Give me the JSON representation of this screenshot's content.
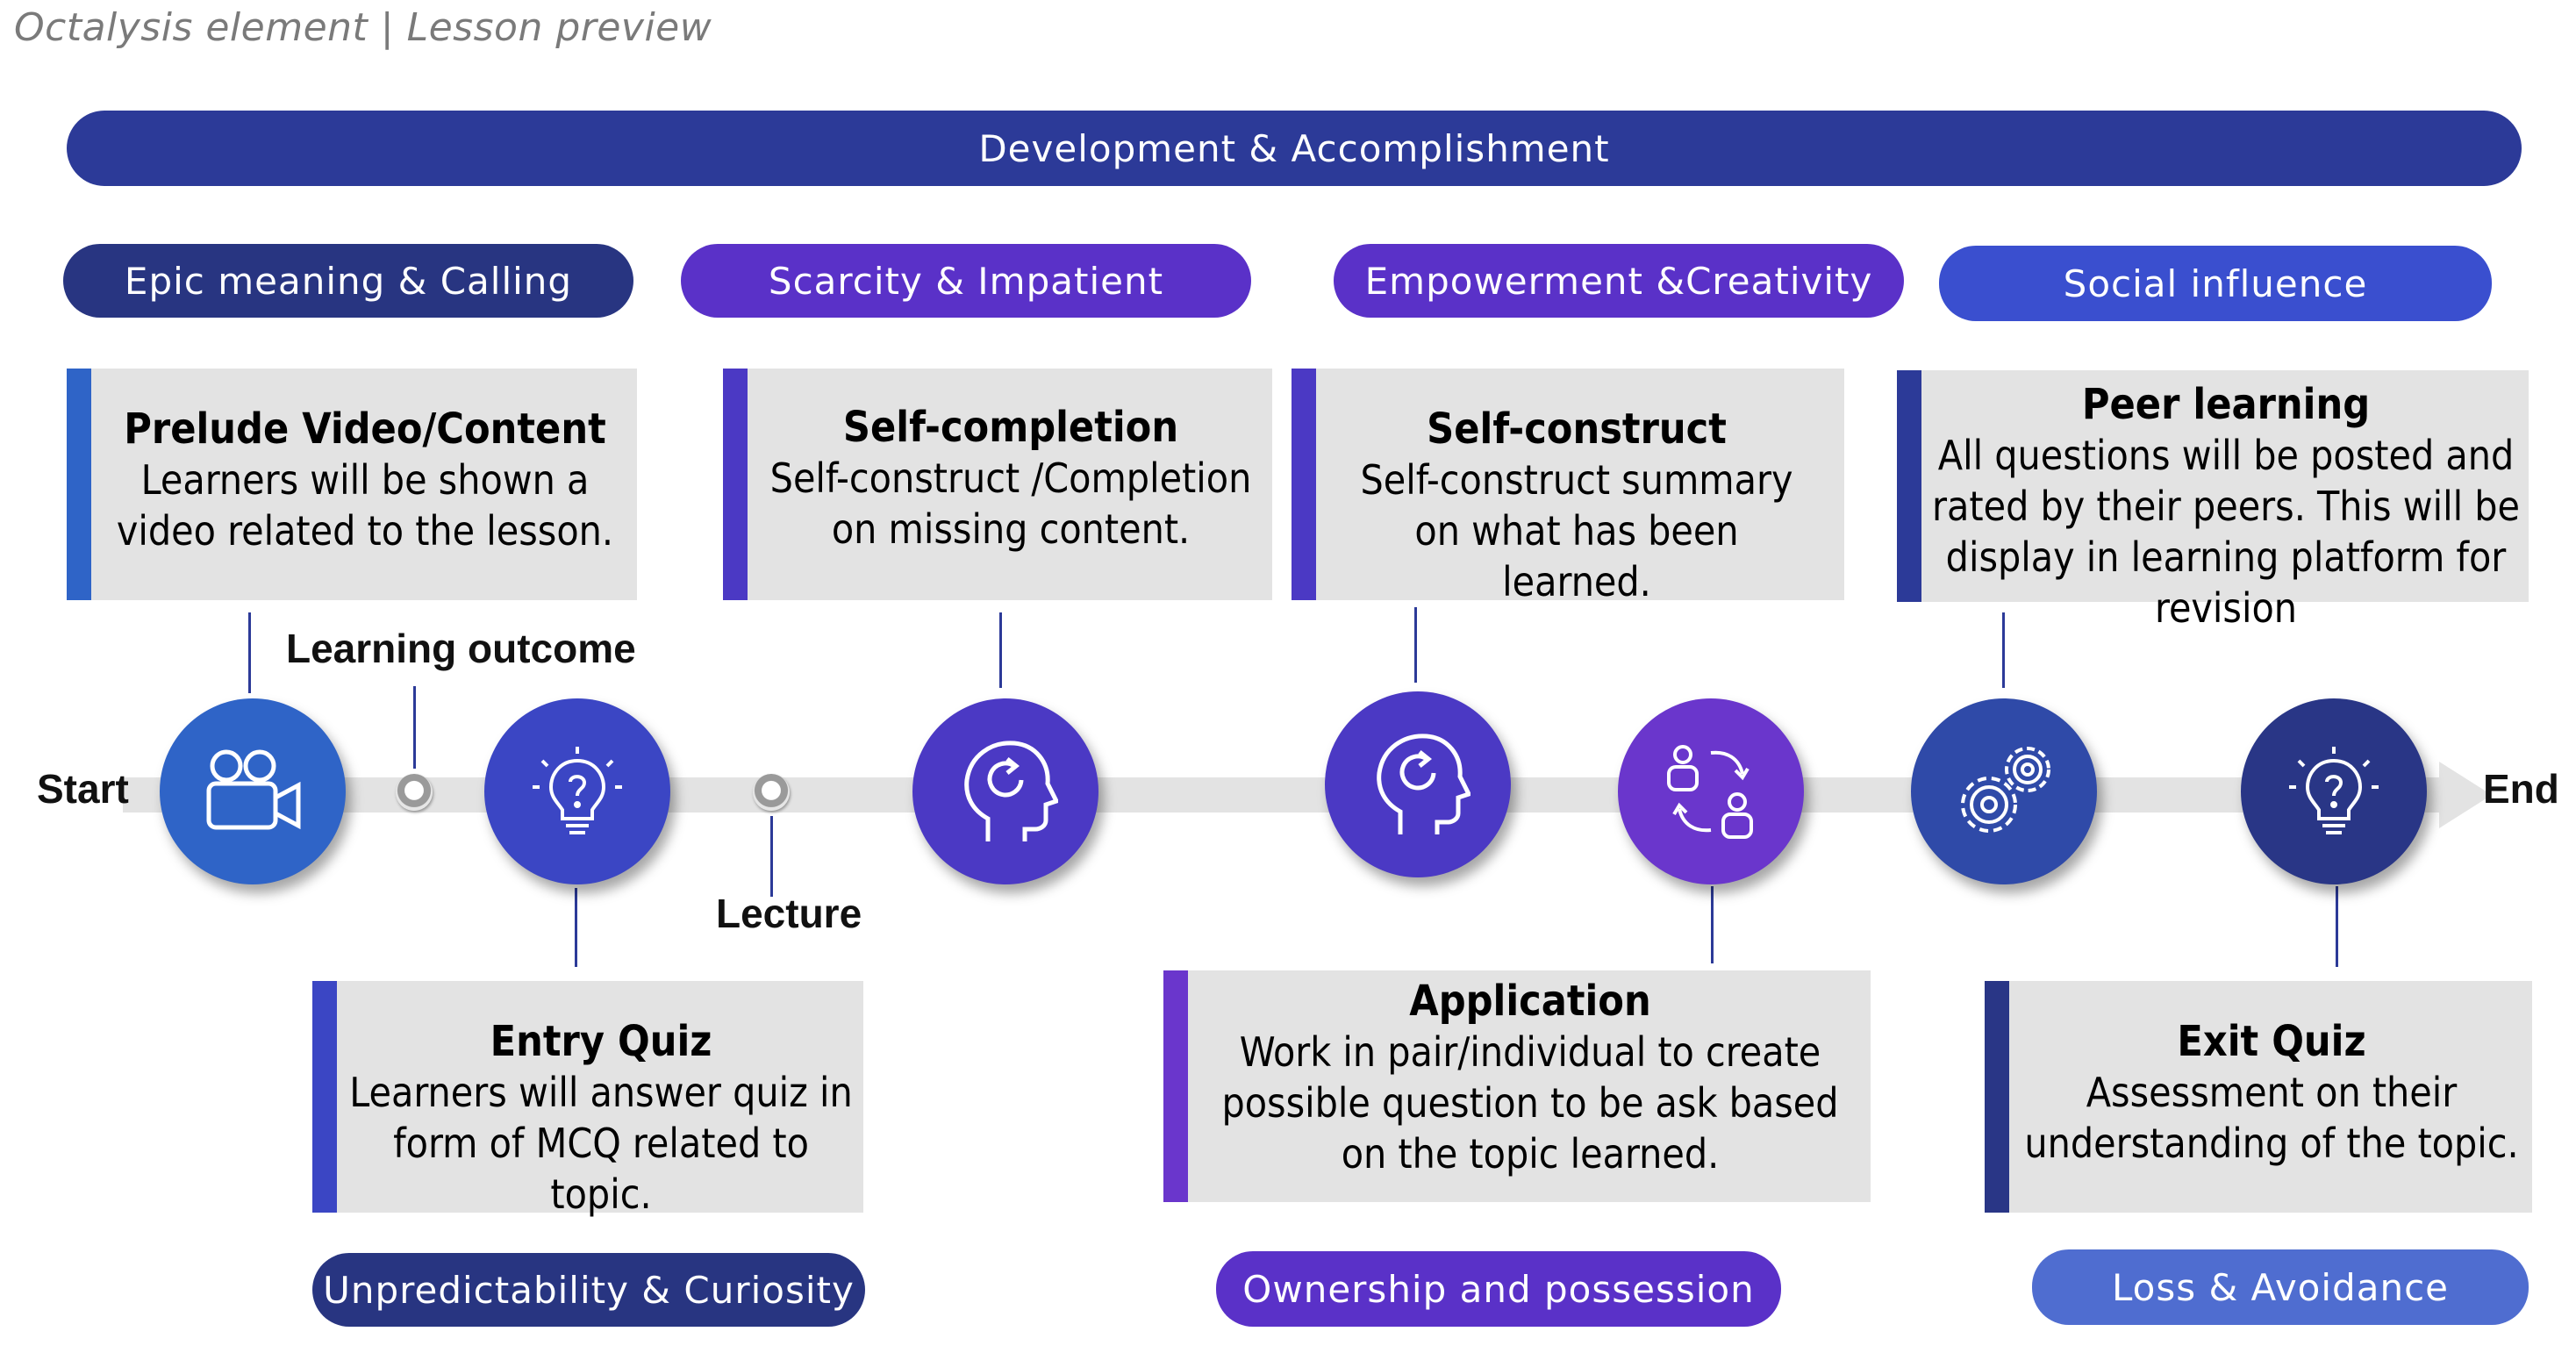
{
  "header": {
    "title": "Octalysis element  |  Lesson preview"
  },
  "banner": {
    "label": "Development & Accomplishment",
    "color": "#2c3a98"
  },
  "drives_top": [
    {
      "label": "Epic meaning & Calling",
      "color": "#283581"
    },
    {
      "label": "Scarcity & Impatient",
      "color": "#5a31c8"
    },
    {
      "label": "Empowerment &Creativity",
      "color": "#5a31c8"
    },
    {
      "label": "Social influence",
      "color": "#3a4fcf"
    }
  ],
  "drives_bottom": [
    {
      "label": "Unpredictability & Curiosity",
      "color": "#283581"
    },
    {
      "label": "Ownership and possession",
      "color": "#5a31c8"
    },
    {
      "label": "Loss & Avoidance",
      "color": "#4f6dd0"
    }
  ],
  "timeline": {
    "start": "Start",
    "end": "End"
  },
  "milestones": {
    "learning_outcome": "Learning outcome",
    "lecture": "Lecture"
  },
  "cards": {
    "prelude": {
      "title": "Prelude Video/Content",
      "body": "Learners will be shown a video related to the lesson."
    },
    "self_completion": {
      "title": "Self-completion",
      "body": "Self-construct /Completion on missing content."
    },
    "self_construct": {
      "title": "Self-construct",
      "body": "Self-construct  summary on what has been learned."
    },
    "peer_learning": {
      "title": "Peer learning",
      "body": "All questions will be posted and rated by their peers. This will be display in learning platform for revision"
    },
    "entry_quiz": {
      "title": "Entry Quiz",
      "body": "Learners will answer quiz in form of MCQ related to topic."
    },
    "application": {
      "title": "Application",
      "body": "Work in pair/individual to create possible question to be ask based on the topic learned."
    },
    "exit_quiz": {
      "title": "Exit Quiz",
      "body": "Assessment on their understanding of the topic."
    }
  },
  "icons": [
    {
      "name": "video-camera-icon",
      "color": "#2f64c7"
    },
    {
      "name": "lightbulb-question-icon",
      "color": "#3b46c4"
    },
    {
      "name": "head-refresh-icon",
      "color": "#4b39c4"
    },
    {
      "name": "head-refresh-icon",
      "color": "#4b39c4"
    },
    {
      "name": "people-exchange-icon",
      "color": "#6a36cc"
    },
    {
      "name": "gears-icon",
      "color": "#2f4aa8"
    },
    {
      "name": "lightbulb-question-icon",
      "color": "#293686"
    }
  ]
}
